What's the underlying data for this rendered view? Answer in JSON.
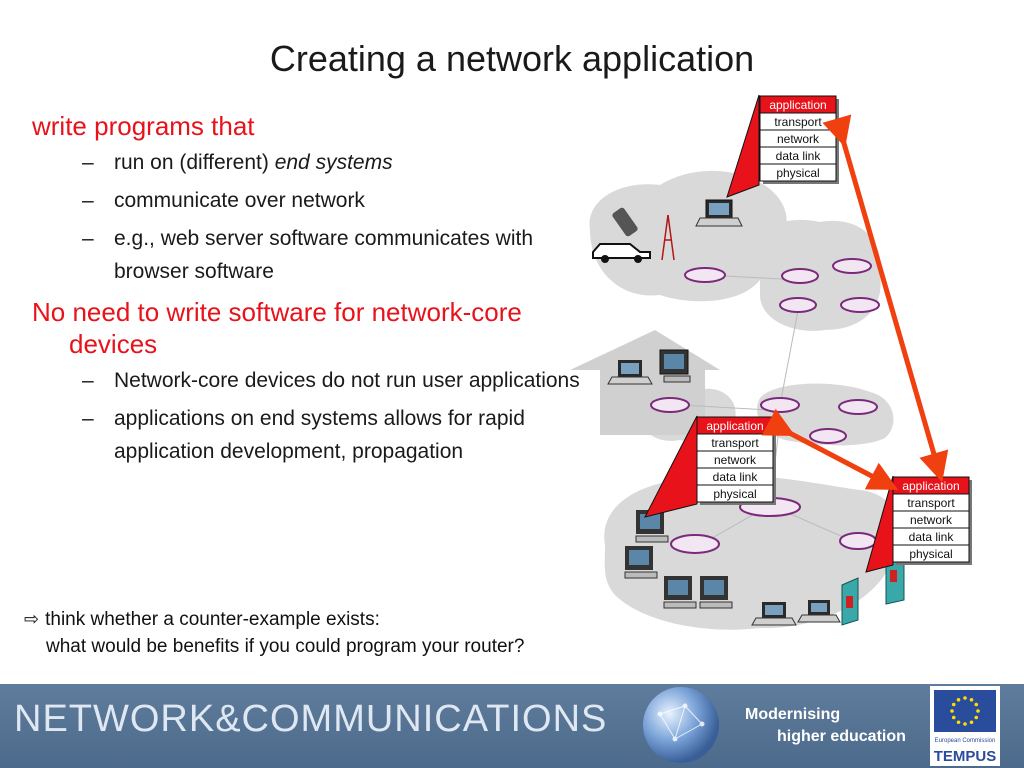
{
  "slide": {
    "title": "Creating a network application"
  },
  "bullets": {
    "b1": "write programs that",
    "b1_items": {
      "i1_prefix": "run on (different) ",
      "i1_em": "end systems",
      "i2": "communicate over network",
      "i3": "e.g., web server software communicates with browser software"
    },
    "b2": "No need to write software for network-core devices",
    "b2_items": {
      "i1": "Network-core devices do not run user applications",
      "i2": "applications on end systems  allows for rapid application development, propagation"
    },
    "dash": "–"
  },
  "note": {
    "arrow": "⇨",
    "line1": "think whether a counter-example exists:",
    "line2": "what would be benefits if you could program your router?"
  },
  "stack": {
    "layers": [
      "application",
      "transport",
      "network",
      "data link",
      "physical"
    ]
  },
  "footer": {
    "title": "NETWORK&COMMUNICATIONS",
    "tagline_1": "Modernising",
    "tagline_2": "higher education",
    "eu_label": "European Commission",
    "tempus": "TEMPUS"
  },
  "colors": {
    "accent_red": "#e8121a",
    "arrow_orange": "#f04010",
    "cloud_grey": "#d7d7d7",
    "router_purple": "#7a2a7a",
    "footer_blue": "#5a7898"
  },
  "icons": [
    "laptop-icon",
    "desktop-computer-icon",
    "cell-phone-icon",
    "car-icon",
    "cell-tower-icon",
    "router-icon",
    "server-icon",
    "home-icon",
    "eu-stars-icon",
    "globe-icon"
  ]
}
